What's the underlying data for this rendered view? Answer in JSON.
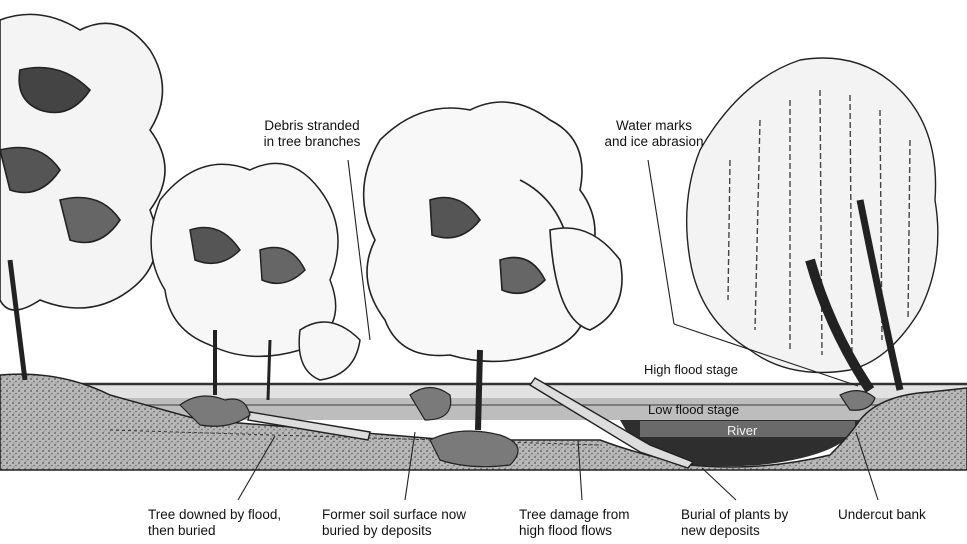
{
  "labels": {
    "debris": "Debris stranded\nin tree branches",
    "water_marks": "Water marks\nand ice abrasion",
    "high_flood": "High flood stage",
    "low_flood": "Low flood stage",
    "river": "River",
    "tree_downed": "Tree downed by flood,\nthen buried",
    "former_soil": "Former soil surface now\nburied by deposits",
    "tree_damage": "Tree damage from\nhigh flood flows",
    "burial": "Burial of plants by\nnew deposits",
    "undercut": "Undercut bank"
  },
  "colors": {
    "ink": "#1a1a1a",
    "water_high": "#dcdcdc",
    "water_low": "#a9a9a9",
    "river": "#2a2a2a",
    "ground": "#9a9a9a"
  }
}
